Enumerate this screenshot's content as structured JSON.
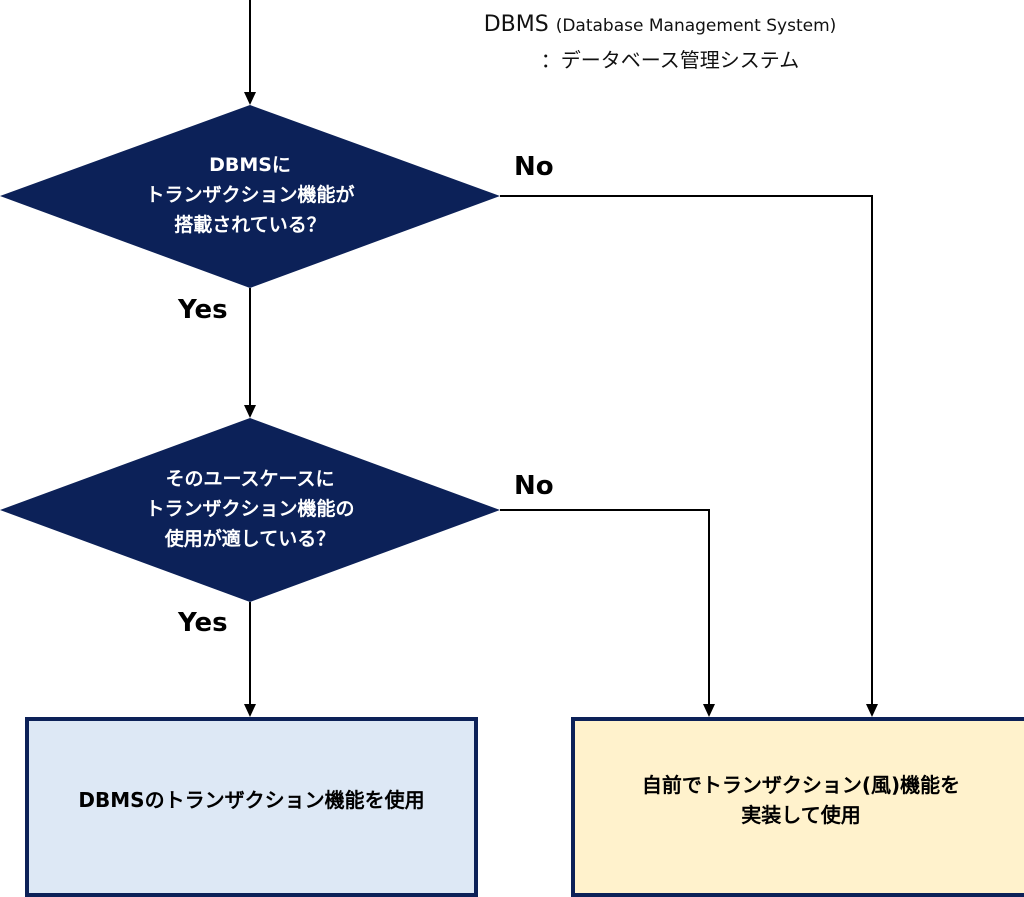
{
  "legend": {
    "abbr": "DBMS",
    "full": "(Database Management System)",
    "meaning": "：データベース管理システム"
  },
  "decision1": {
    "lines": [
      "DBMSに",
      "トランザクション機能が",
      "搭載されている？"
    ],
    "yes": "Yes",
    "no": "No"
  },
  "decision2": {
    "lines": [
      "そのユースケースに",
      "トランザクション機能の",
      "使用が適している？"
    ],
    "yes": "Yes",
    "no": "No"
  },
  "outcome_left": {
    "text": "DBMSのトランザクション機能を使用"
  },
  "outcome_right": {
    "lines": [
      "自前でトランザクション(風)機能を",
      "実装して使用"
    ]
  },
  "colors": {
    "navy": "#0c2158",
    "left_fill": "#dde8f5",
    "right_fill": "#fff2cc"
  }
}
